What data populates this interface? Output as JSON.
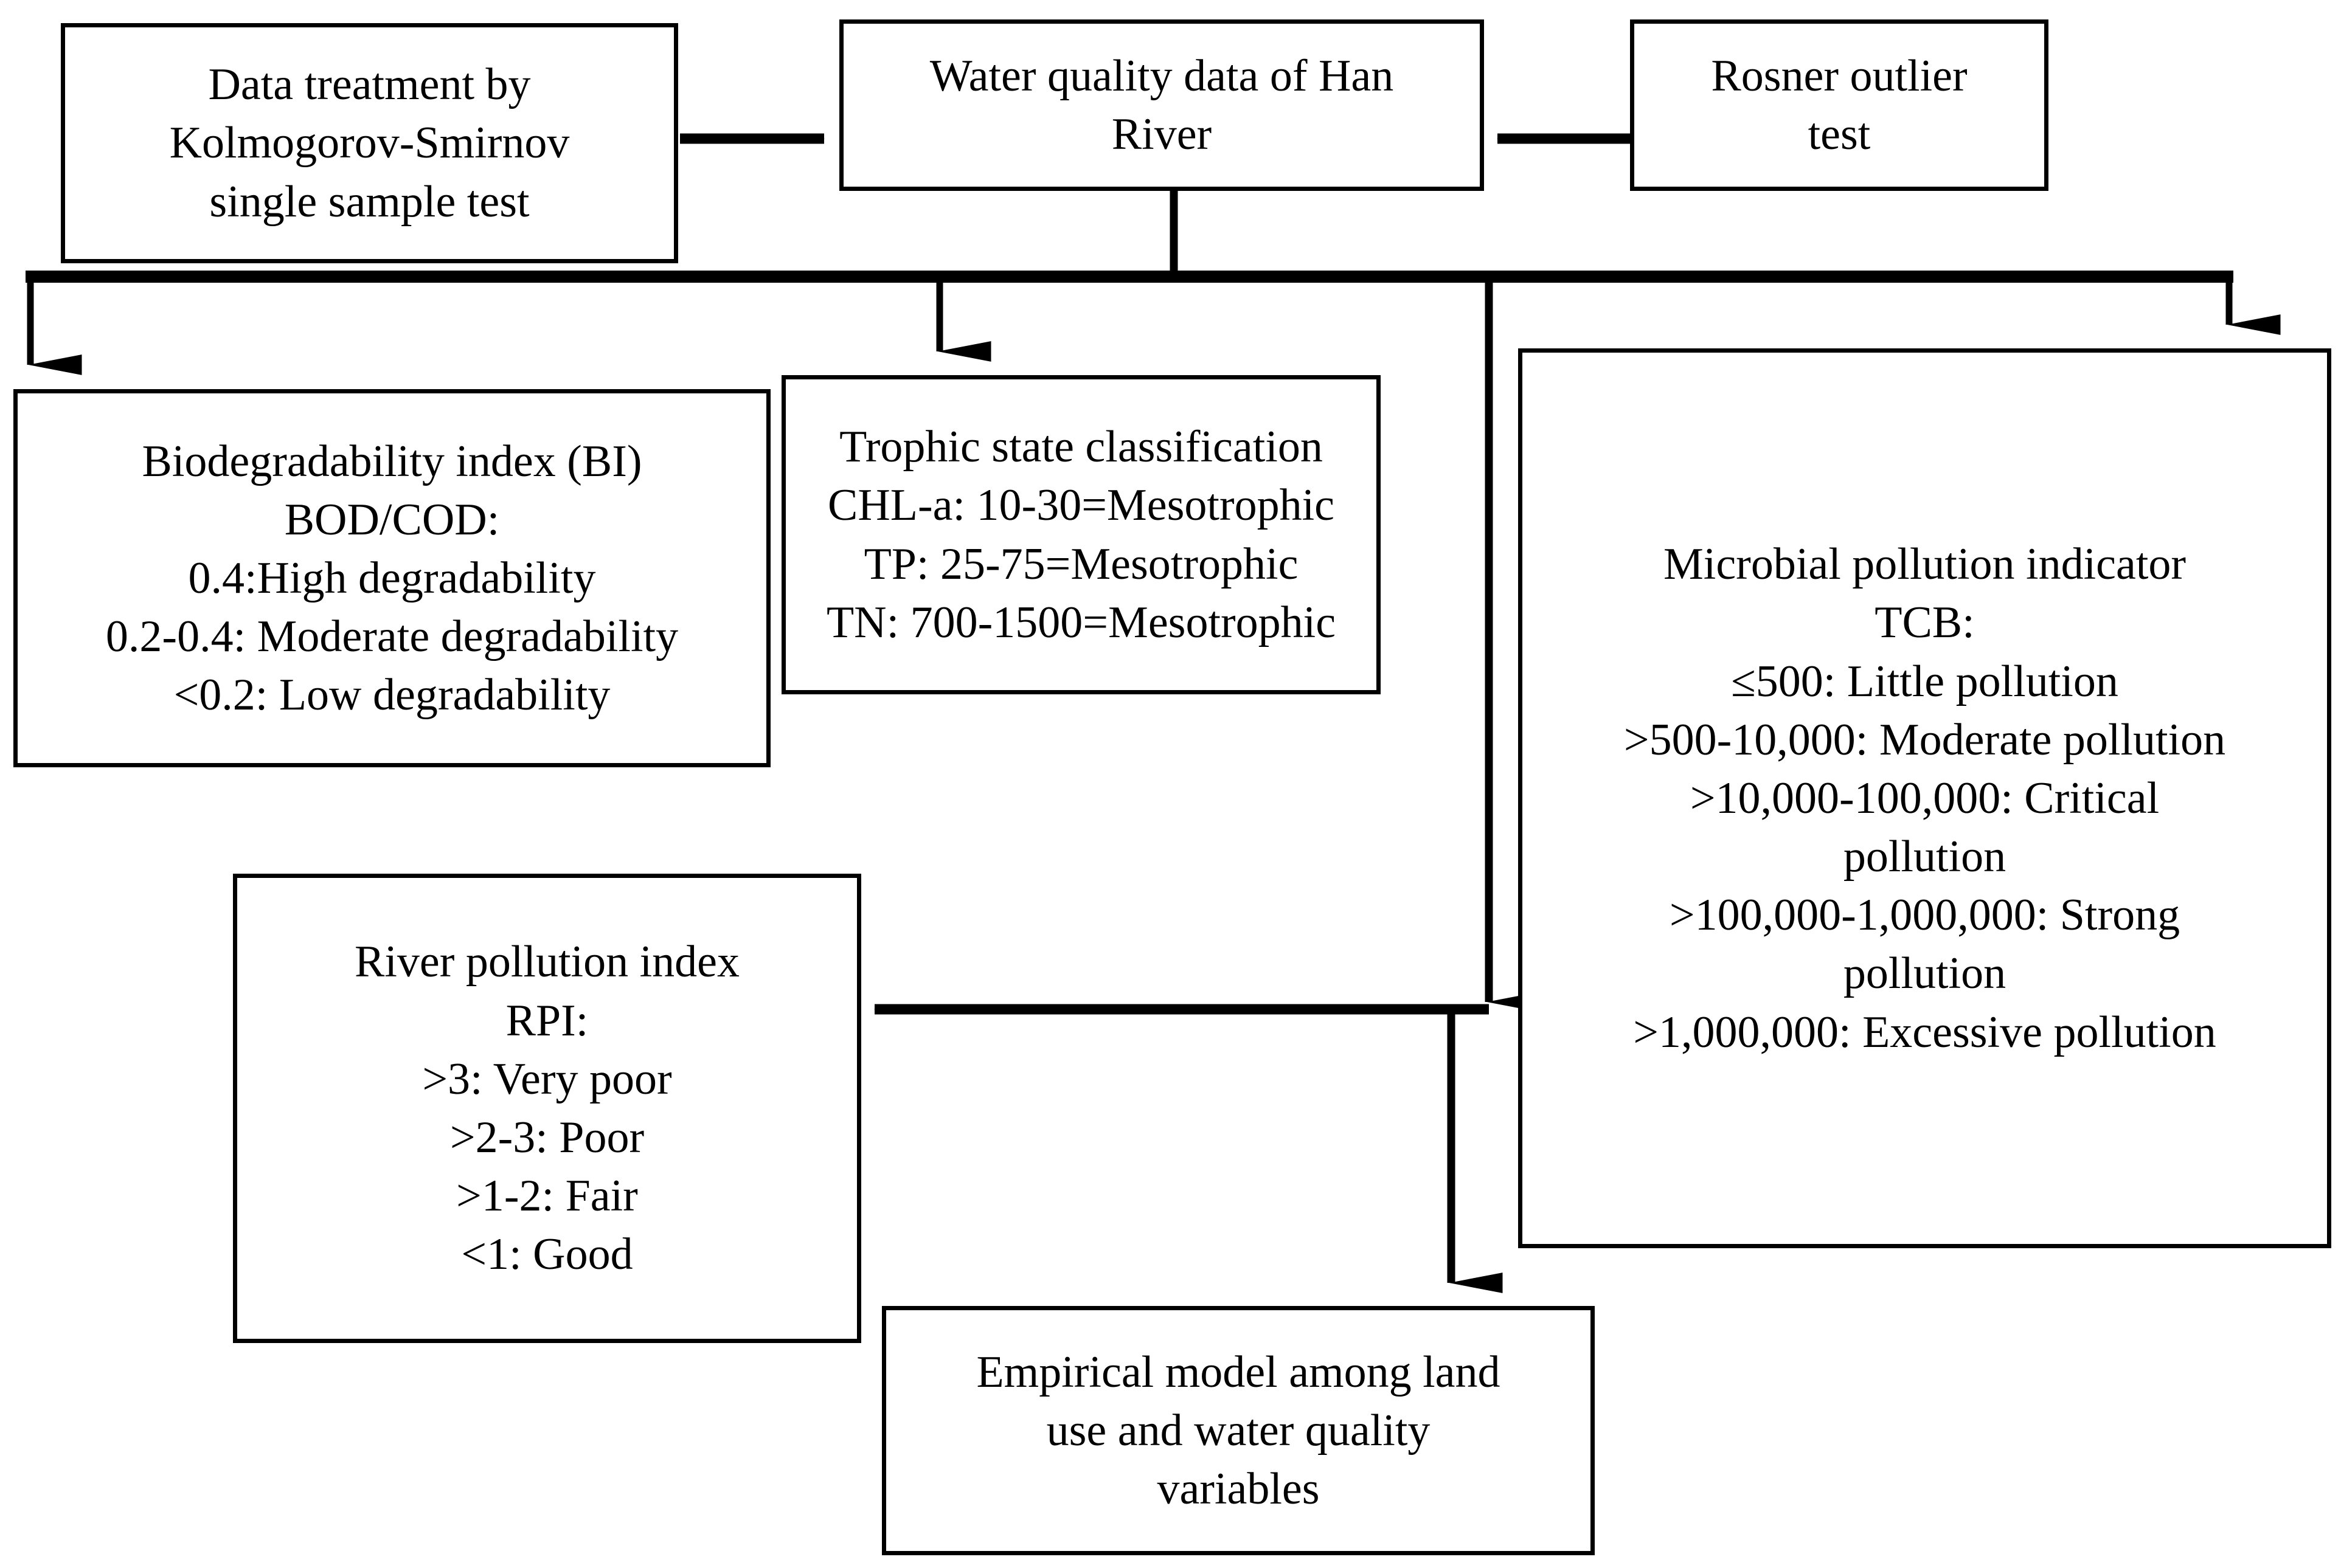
{
  "diagram": {
    "type": "flowchart",
    "title": "Water quality assessment workflow for Han River",
    "stroke_color": "#000000",
    "fill_color": "#ffffff",
    "text_color": "#000000",
    "nodes": [
      {
        "id": "data-treatment",
        "name": "data-treatment-node",
        "lines": [
          "Data treatment by",
          "Kolmogorov-Smirnov",
          "single sample test"
        ]
      },
      {
        "id": "water-quality",
        "name": "water-quality-node",
        "lines": [
          "Water quality data of Han",
          "River"
        ]
      },
      {
        "id": "rosner",
        "name": "rosner-outlier-test-node",
        "lines": [
          "Rosner outlier",
          "test"
        ]
      },
      {
        "id": "biodegradability",
        "name": "biodegradability-index-node",
        "lines": [
          "Biodegradability index (BI)",
          "BOD/COD:",
          "0.4:High degradability",
          "0.2-0.4: Moderate degradability",
          "<0.2: Low degradability"
        ]
      },
      {
        "id": "trophic",
        "name": "trophic-state-classification-node",
        "lines": [
          "Trophic state classification",
          "CHL-a: 10-30=Mesotrophic",
          "TP: 25-75=Mesotrophic",
          "TN: 700-1500=Mesotrophic"
        ]
      },
      {
        "id": "microbial",
        "name": "microbial-pollution-indicator-node",
        "lines": [
          "Microbial pollution indicator",
          "TCB:",
          "≤500: Little pollution",
          ">500-10,000: Moderate pollution",
          ">10,000-100,000: Critical",
          "pollution",
          ">100,000-1,000,000: Strong",
          "pollution",
          ">1,000,000: Excessive pollution"
        ]
      },
      {
        "id": "rpi",
        "name": "river-pollution-index-node",
        "lines": [
          "River pollution index",
          "RPI:",
          ">3: Very poor",
          ">2-3: Poor",
          ">1-2: Fair",
          "<1: Good"
        ]
      },
      {
        "id": "empirical",
        "name": "empirical-model-node",
        "lines": [
          "Empirical model among land",
          "use and water quality",
          "variables"
        ]
      }
    ],
    "edges": [
      {
        "id": "e1",
        "from": "data-treatment",
        "to": "water-quality",
        "direction": "right"
      },
      {
        "id": "e2",
        "from": "rosner",
        "to": "water-quality",
        "direction": "left"
      },
      {
        "id": "e3",
        "from": "water-quality",
        "to": "biodegradability",
        "direction": "down"
      },
      {
        "id": "e4",
        "from": "water-quality",
        "to": "trophic",
        "direction": "down"
      },
      {
        "id": "e5",
        "from": "water-quality",
        "to": "microbial",
        "direction": "down"
      },
      {
        "id": "e6",
        "from": "water-quality",
        "to": "rpi",
        "direction": "left"
      },
      {
        "id": "e7",
        "from": "water-quality",
        "to": "empirical",
        "direction": "down"
      }
    ]
  }
}
